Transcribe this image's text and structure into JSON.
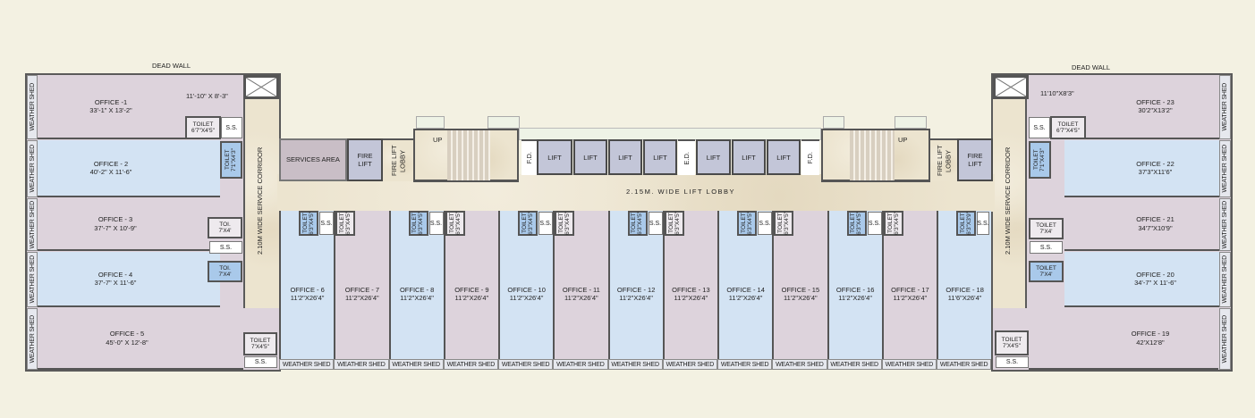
{
  "labels": {
    "dead_wall": "DEAD WALL",
    "weather_shed": "WEATHER SHED",
    "service_corridor": "2.10M WIDE SERVICE CORRIDOR",
    "lift_lobby": "2.15M. WIDE LIFT LOBBY",
    "services_area": "SERVICES AREA",
    "fire_lift": "FIRE LIFT",
    "fire_lift_lobby": "FIRE LIFT LOBBY",
    "lift": "LIFT",
    "fd": "F.D.",
    "ed": "E.D.",
    "up": "UP",
    "ss": "S.S.",
    "toilet": "TOILET",
    "toi": "TOI."
  },
  "left_offices": [
    {
      "name": "OFFICE -1",
      "size": "33'-1\" X 13'-2\""
    },
    {
      "name": "OFFICE - 2",
      "size": "40'-2\" X 11'-6\""
    },
    {
      "name": "OFFICE - 3",
      "size": "37'-7\" X 10'-9\""
    },
    {
      "name": "OFFICE - 4",
      "size": "37'-7\" X 11'-6\""
    },
    {
      "name": "OFFICE - 5",
      "size": "45'-0\" X 12'-8\""
    }
  ],
  "right_offices": [
    {
      "name": "OFFICE - 23",
      "size": "30'2\"X13'2\""
    },
    {
      "name": "OFFICE - 22",
      "size": "37'3\"X11'6\""
    },
    {
      "name": "OFFICE - 21",
      "size": "34'7\"X10'9\""
    },
    {
      "name": "OFFICE - 20",
      "size": "34'-7\" X  11'-6\""
    },
    {
      "name": "OFFICE - 19",
      "size": "42'X12'8\""
    }
  ],
  "bottom_offices": [
    {
      "name": "OFFICE - 6",
      "size": "11'2\"X26'4\""
    },
    {
      "name": "OFFICE - 7",
      "size": "11'2\"X26'4\""
    },
    {
      "name": "OFFICE - 8",
      "size": "11'2\"X26'4\""
    },
    {
      "name": "OFFICE - 9",
      "size": "11'2\"X26'4\""
    },
    {
      "name": "OFFICE - 10",
      "size": "11'2\"X26'4\""
    },
    {
      "name": "OFFICE - 11",
      "size": "11'2\"X26'4\""
    },
    {
      "name": "OFFICE - 12",
      "size": "11'2\"X26'4\""
    },
    {
      "name": "OFFICE - 13",
      "size": "11'2\"X26'4\""
    },
    {
      "name": "OFFICE - 14",
      "size": "11'2\"X26'4\""
    },
    {
      "name": "OFFICE - 15",
      "size": "11'2\"X26'4\""
    },
    {
      "name": "OFFICE - 16",
      "size": "11'2\"X26'4\""
    },
    {
      "name": "OFFICE - 17",
      "size": "11'2\"X26'4\""
    },
    {
      "name": "OFFICE - 18",
      "size": "11'6\"X26'4\""
    }
  ],
  "toilet_sizes": {
    "left_1": "6'7\"X4'5\"",
    "left_1_room": "11'-10\" X 8'-3\"",
    "left_2": "7'1\"X4'3\"",
    "left_3": "7'X4'",
    "left_4": "7'X4'",
    "left_5": "7'X4'5\"",
    "right_23": "6'7\"X4'5\"",
    "right_23_room": "11'10\"X8'3\"",
    "right_22": "7'1\"X4'3\"",
    "right_21": "7'X4'",
    "right_20": "7'X4'",
    "right_19": "7'X4'5\"",
    "bottom": "6'3\"X4'5\"",
    "bottom_18": "6'3\"X3'9\""
  },
  "colors": {
    "background": "#f3f1e2",
    "office_mauve": "#ddd3dc",
    "office_blue": "#d3e3f3",
    "corridor": "#ece4cf",
    "lift": "#c3c6d8",
    "services": "#c9bec6"
  }
}
